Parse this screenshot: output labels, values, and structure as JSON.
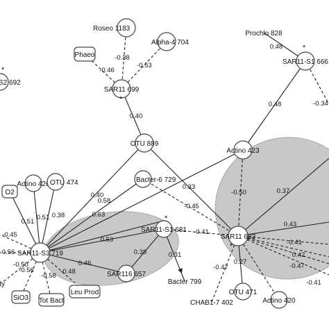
{
  "nodes": {
    "roseo": "Roseo 1183",
    "alpha": "Alpha-4 704",
    "phaeo": "Phaeo",
    "sar11_699": "SAR11 699",
    "s2_692": "S2 692",
    "otu889": "OTU 889",
    "prochlo": "Prochlo 828",
    "sar11_s1_666": "SAR11-S1 666",
    "actino423": "Actino 423",
    "bacter6": "Bacter-6 729",
    "actino426": "Actino 426",
    "otu474": "OTU 474",
    "o2": "O2",
    "sar11_s1_681": "SAR11-S1 681",
    "sar11_683": "SAR11 683",
    "sar11_s3_719": "SAR11-S3 719",
    "sar116": "SAR116 657",
    "bacter799": "Bacter 799",
    "sio3": "SiO3",
    "totbact": "Tot Bact",
    "leuprod": "Leu Prod",
    "otu471": "OTU 471",
    "chab": "CHAB1-7 402",
    "actino420": "Actino 420",
    "ity": "ity"
  },
  "edges": [
    {
      "id": "roseo-699",
      "label": "-0.38",
      "sign": "neg"
    },
    {
      "id": "alpha-699",
      "label": "-0.53",
      "sign": "neg"
    },
    {
      "id": "phaeo-699",
      "label": "-0.46",
      "sign": "neg"
    },
    {
      "id": "699-889",
      "label": "0.40",
      "sign": "pos"
    },
    {
      "id": "prochlo-666",
      "label": "0.48",
      "sign": "pos"
    },
    {
      "id": "666-423",
      "label": "0.48",
      "sign": "pos"
    },
    {
      "id": "666-offright",
      "label": "-0.34",
      "sign": "neg"
    },
    {
      "id": "423-683",
      "label": "-0.50",
      "sign": "neg"
    },
    {
      "id": "423-719",
      "label": "0.33",
      "sign": "pos"
    },
    {
      "id": "889-719",
      "label": "0.40",
      "sign": "pos"
    },
    {
      "id": "889-683",
      "label": "",
      "sign": "pos"
    },
    {
      "id": "bacter6-719",
      "label": "0.58",
      "sign": "pos"
    },
    {
      "id": "bacter6-683",
      "label": "-0.45",
      "sign": "neg"
    },
    {
      "id": "681-719",
      "label": "0.53",
      "sign": "pos"
    },
    {
      "id": "681-683",
      "label": "-0.41",
      "sign": "neg"
    },
    {
      "id": "681-sar116",
      "label": "0.38",
      "sign": "pos"
    },
    {
      "id": "681-bacter799",
      "label": "0.31",
      "sign": "pos"
    },
    {
      "id": "719-sar116",
      "label": "0.46",
      "sign": "pos"
    },
    {
      "id": "719-actino426",
      "label": "0.51",
      "sign": "pos"
    },
    {
      "id": "719-otu474",
      "label": "0.38",
      "sign": "pos"
    },
    {
      "id": "719-o2",
      "label": "0.51",
      "sign": "pos"
    },
    {
      "id": "719-681top",
      "label": "0.63",
      "sign": "pos"
    },
    {
      "id": "719-sio3",
      "label": "-0.56",
      "sign": "neg"
    },
    {
      "id": "719-totbact",
      "label": "-0.58",
      "sign": "neg"
    },
    {
      "id": "719-leuprod",
      "label": "-0.48",
      "sign": "neg"
    },
    {
      "id": "719-ity",
      "label": "-0.50",
      "sign": "neg"
    },
    {
      "id": "719-left1",
      "label": "-0.45",
      "sign": "neg"
    },
    {
      "id": "719-left2",
      "label": "0.56",
      "sign": "neg"
    },
    {
      "id": "683-otu471",
      "label": "0.27",
      "sign": "pos"
    },
    {
      "id": "683-chab",
      "label": "-0.47",
      "sign": "neg"
    },
    {
      "id": "683-actino420",
      "label": "",
      "sign": "neg"
    },
    {
      "id": "683-right1",
      "label": "-0.41",
      "sign": "neg"
    },
    {
      "id": "683-right2",
      "label": "-0.47",
      "sign": "neg"
    },
    {
      "id": "683-right3",
      "label": "0.42",
      "sign": "neg"
    },
    {
      "id": "683-right4",
      "label": "-0.41",
      "sign": "neg"
    },
    {
      "id": "683-rightup",
      "label": "0.37",
      "sign": "pos"
    },
    {
      "id": "683-rightmid",
      "label": "0.43",
      "sign": "pos"
    }
  ],
  "markers": {
    "star": "*"
  }
}
